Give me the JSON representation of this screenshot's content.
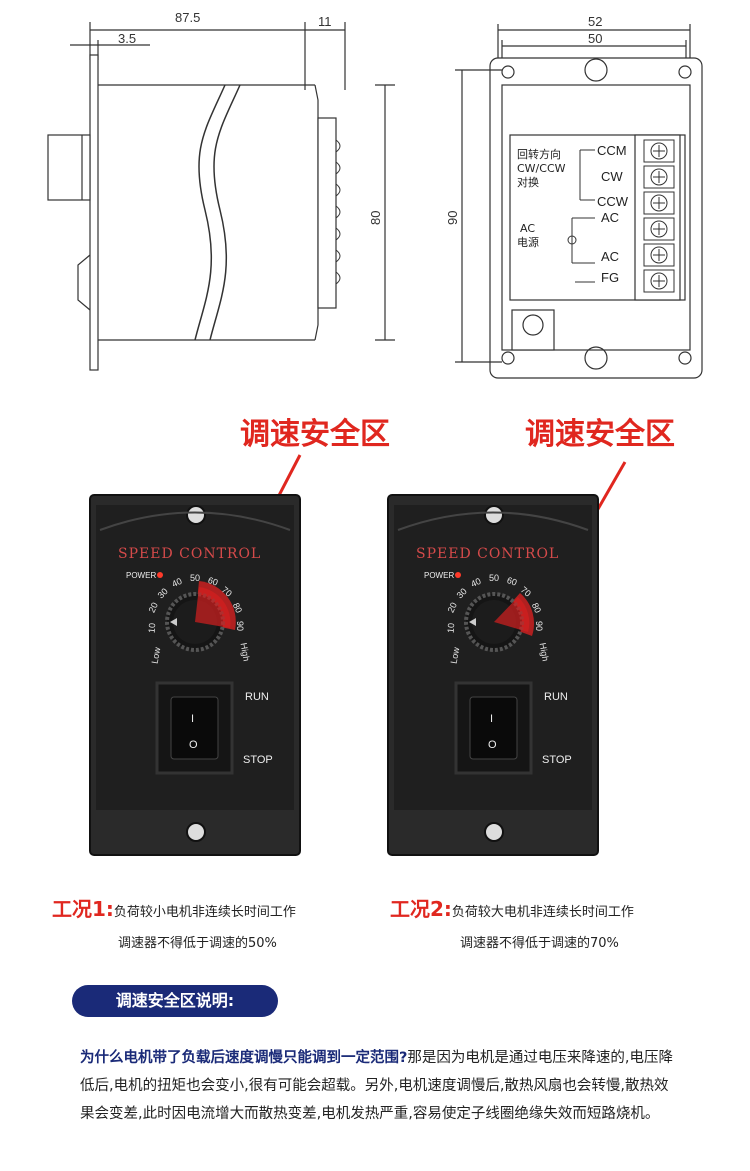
{
  "drawing": {
    "dims": {
      "length": "87.5",
      "flange": "3.5",
      "terminal_depth": "11",
      "height_side": "80",
      "width_outer": "52",
      "width_inner": "50",
      "height_front": "90"
    },
    "terminal_labels": {
      "rotation_line1": "回转方向",
      "rotation_line2": "CW/CCW",
      "rotation_line3": "对换",
      "power_line1": "AC",
      "power_line2": "电源"
    },
    "terminals": [
      "CCM",
      "CW",
      "CCW",
      "AC",
      "AC",
      "FG"
    ]
  },
  "safe_zone_label_left": "调速安全区",
  "safe_zone_label_right": "调速安全区",
  "panel": {
    "title": "SPEED CONTROL",
    "power": "POWER",
    "scale": [
      "Low",
      "10",
      "20",
      "30",
      "40",
      "50",
      "60",
      "70",
      "80",
      "90",
      "High"
    ],
    "run": "RUN",
    "stop": "STOP",
    "switch_on": "I",
    "switch_off": "O"
  },
  "conditions": [
    {
      "key": "工况1:",
      "text": "负荷较小电机非连续长时间工作",
      "note": "调速器不得低于调速的50%",
      "safe_min_percent": 50
    },
    {
      "key": "工况2:",
      "text": "负荷较大电机非连续长时间工作",
      "note": "调速器不得低于调速的70%",
      "safe_min_percent": 70
    }
  ],
  "section_title": "调速安全区说明:",
  "explanation": {
    "question": "为什么电机带了负载后速度调慢只能调到一定范围?",
    "answer": "那是因为电机是通过电压来降速的,电压降低后,电机的扭矩也会变小,很有可能会超载。另外,电机速度调慢后,散热风扇也会转慢,散热效果会变差,此时因电流增大而散热变差,电机发热严重,容易使定子线圈绝缘失效而短路烧机。"
  }
}
